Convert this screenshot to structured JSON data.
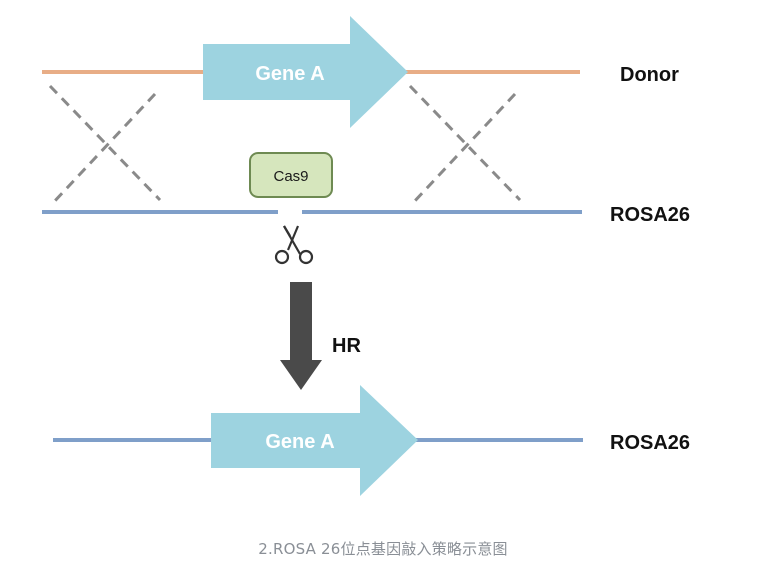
{
  "diagram": {
    "donor": {
      "gene_label": "Gene A",
      "line_label": "Donor"
    },
    "rosa": {
      "cas9_label": "Cas9",
      "line_label": "ROSA26",
      "scissors_icon": "scissors-icon"
    },
    "hr": {
      "label": "HR",
      "arrow_icon": "down-arrow-icon"
    },
    "result": {
      "gene_label": "Gene A",
      "line_label": "ROSA26"
    },
    "colors": {
      "donor_line": "#e8ad86",
      "rosa_line": "#7f9fc9",
      "gene_arrow": "#9dd3e0",
      "cas9_fill": "#d6e6bd",
      "cas9_border": "#6e8a52",
      "hr_arrow": "#4a4a4a",
      "dashed": "#8a8a8a"
    }
  },
  "caption": "2.ROSA 26位点基因敲入策略示意图"
}
